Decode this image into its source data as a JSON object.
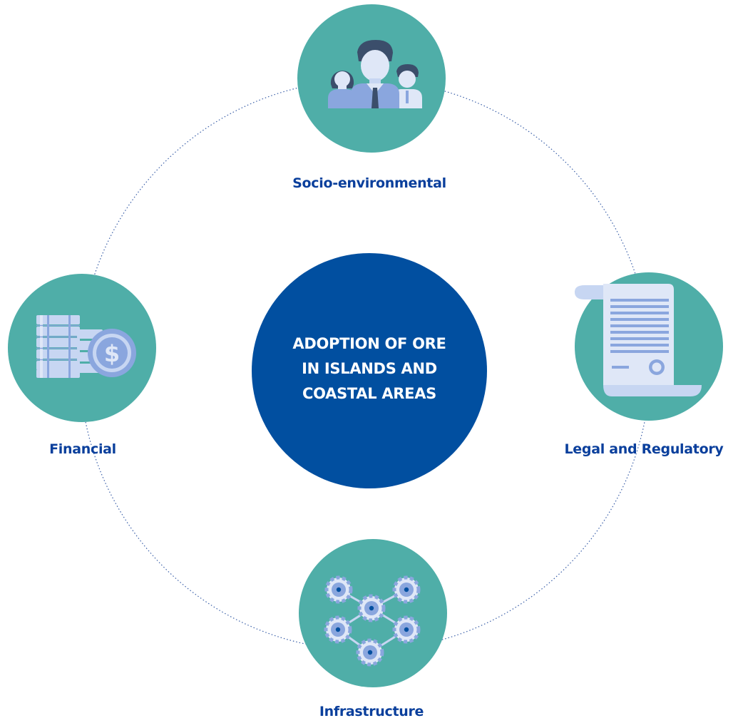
{
  "diagram": {
    "center": {
      "lines": [
        "ADOPTION OF ORE",
        "IN ISLANDS AND",
        "COASTAL AREAS"
      ]
    },
    "nodes": {
      "socio": {
        "label": "Socio-environmental",
        "icon": "people-group-icon"
      },
      "legal": {
        "label": "Legal and Regulatory",
        "icon": "document-scroll-icon"
      },
      "infrastructure": {
        "label": "Infrastructure",
        "icon": "gear-network-icon"
      },
      "financial": {
        "label": "Financial",
        "icon": "money-stack-coin-icon"
      }
    },
    "colors": {
      "center_fill": "#014fa0",
      "node_fill": "#4faea8",
      "label_text": "#0a3f9c",
      "icon_light": "#c7d6f2",
      "icon_mid": "#8aa6de",
      "icon_dark": "#3b4e6b",
      "dotted_ring": "#3a5fa8"
    }
  }
}
